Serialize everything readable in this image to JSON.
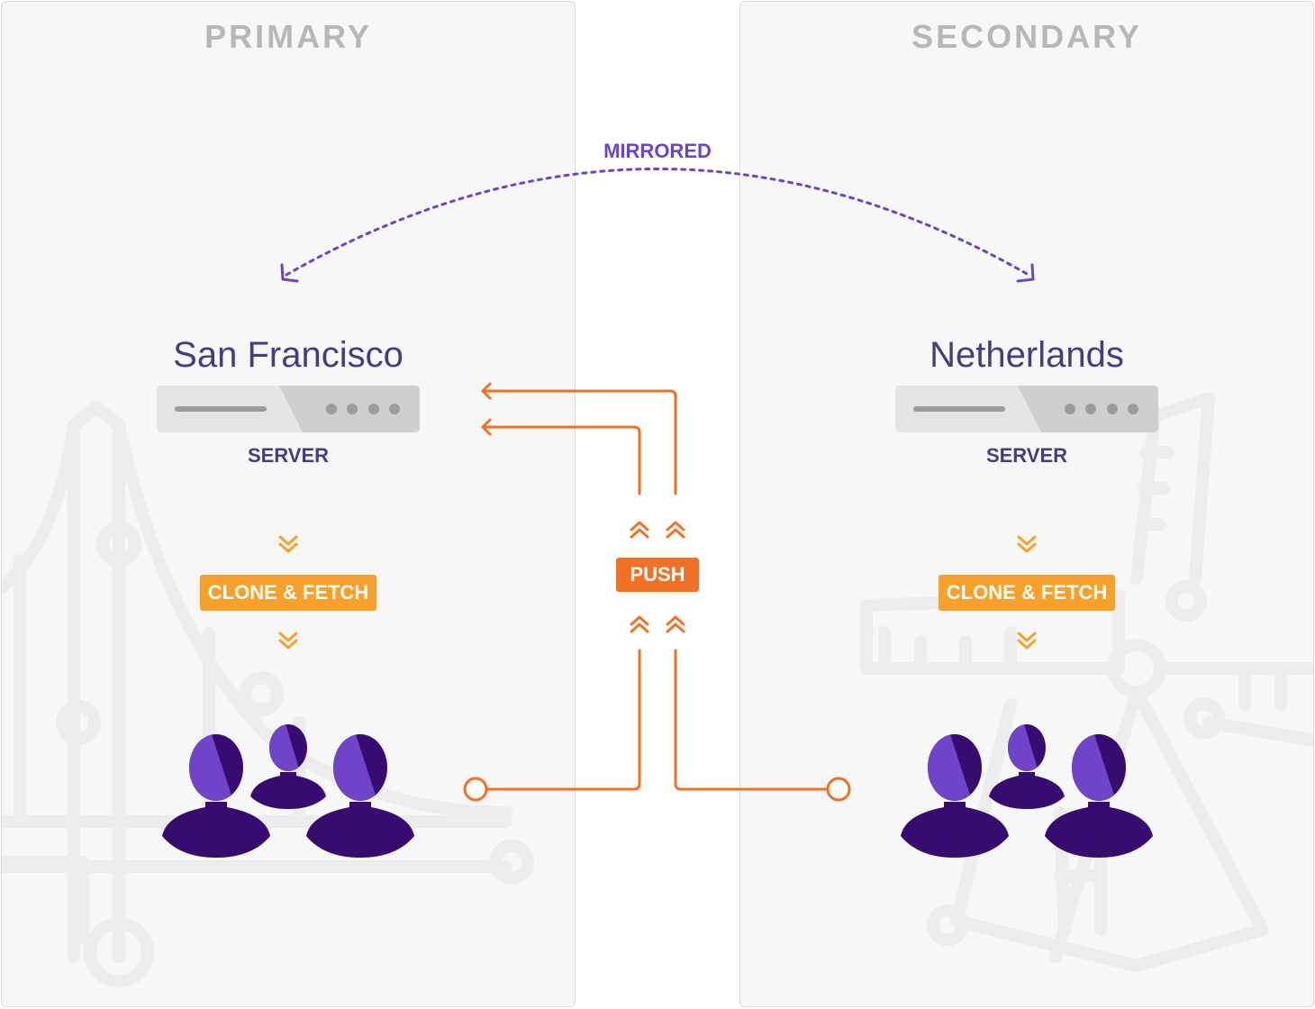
{
  "primary": {
    "title": "PRIMARY",
    "city": "San Francisco",
    "server_label": "SERVER",
    "action_label": "CLONE & FETCH"
  },
  "secondary": {
    "title": "SECONDARY",
    "city": "Netherlands",
    "server_label": "SERVER",
    "action_label": "CLONE & FETCH"
  },
  "center": {
    "mirror_label": "MIRRORED",
    "push_label": "PUSH"
  },
  "colors": {
    "purple_text": "#4a3a7e",
    "mirror_purple": "#6a45c9",
    "push_orange": "#f27127",
    "clone_orange": "#f7a12c",
    "user_dark": "#360c6e",
    "user_light": "#6f44c8",
    "panel_bg": "#f7f7f7"
  },
  "icons": [
    "server-icon",
    "user-group-icon",
    "double-chevron-down-icon",
    "double-chevron-up-icon",
    "bridge-background-icon",
    "windmill-background-icon"
  ]
}
